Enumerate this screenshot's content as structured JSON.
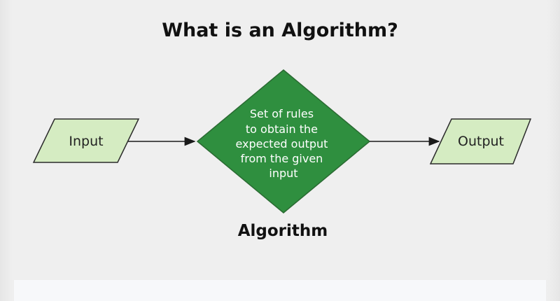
{
  "title": "What is an Algorithm?",
  "input": {
    "label": "Input"
  },
  "output": {
    "label": "Output"
  },
  "process": {
    "lines": [
      "Set of rules",
      "to obtain the",
      "expected output",
      "from the given",
      "input"
    ],
    "caption": "Algorithm"
  },
  "colors": {
    "io_fill": "#d5ecc2",
    "io_stroke": "#2b2b2b",
    "process_fill": "#2f8f3f",
    "process_stroke": "#2a6a32",
    "arrow": "#1a1a1a"
  }
}
